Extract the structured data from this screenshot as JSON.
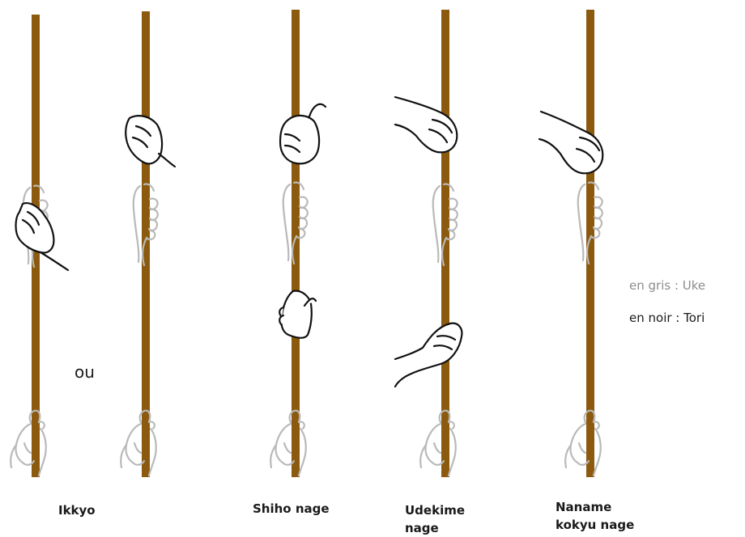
{
  "colors": {
    "stick": "#8b5a0f",
    "uke": "#b9b9b9",
    "tori": "#111111"
  },
  "labels": {
    "ikkyo": "Ikkyo",
    "shiho_nage": "Shiho nage",
    "udekime_line1": "Udekime",
    "udekime_line2": "nage",
    "naname_line1": "Naname",
    "naname_line2": "kokyu nage"
  },
  "ou": "ou",
  "legend": {
    "uke": "en gris : Uke",
    "tori": "en noir : Tori"
  }
}
